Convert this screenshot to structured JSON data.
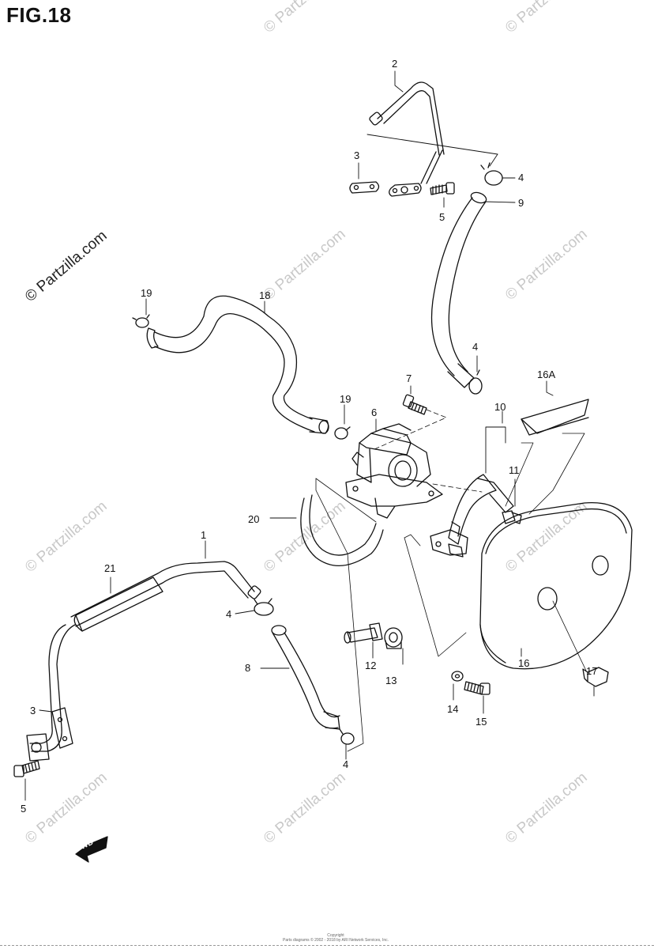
{
  "figure": {
    "title": "FIG.18"
  },
  "watermark": {
    "text": "© Partzilla.com"
  },
  "copyright": {
    "line1": "Copyright",
    "line2": "Parts diagrams © 2002 - 2018 by ARI Network Services, Inc."
  },
  "fwd_arrow": {
    "label": "FWD"
  },
  "callouts": {
    "c1": "1",
    "c2": "2",
    "c3a": "3",
    "c3b": "3",
    "c4a": "4",
    "c4b": "4",
    "c4c": "4",
    "c4d": "4",
    "c5a": "5",
    "c5b": "5",
    "c6": "6",
    "c7": "7",
    "c8": "8",
    "c9": "9",
    "c10": "10",
    "c11": "11",
    "c12": "12",
    "c13": "13",
    "c14": "14",
    "c15": "15",
    "c16": "16",
    "c16a": "16A",
    "c17": "17",
    "c18": "18",
    "c19a": "19",
    "c19b": "19",
    "c20": "20",
    "c21": "21"
  },
  "colors": {
    "ink": "#111111",
    "watermark": "#c8c8c8",
    "paper": "#ffffff"
  }
}
